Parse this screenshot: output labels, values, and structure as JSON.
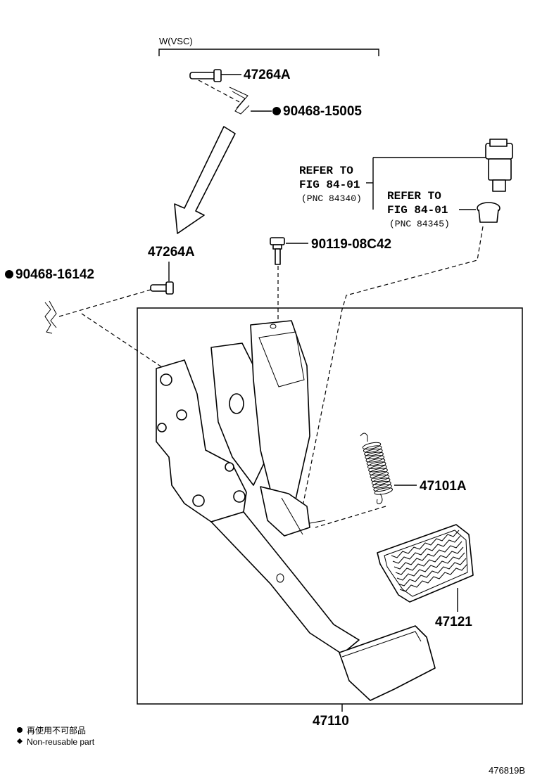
{
  "group_label": "W(VSC)",
  "parts": {
    "pin_upper": "47264A",
    "clip_upper": "90468-15005",
    "pin_lower": "47264A",
    "clip_lower": "90468-16142",
    "bolt": "90119-08C42",
    "spring": "47101A",
    "pad": "47121",
    "pedal_assy": "47110"
  },
  "refs": {
    "switch": {
      "line1": "REFER TO",
      "line2": "FIG 84-01",
      "pnc": "(PNC 84340)"
    },
    "cushion": {
      "line1": "REFER TO",
      "line2": "FIG 84-01",
      "pnc": "(PNC 84345)"
    }
  },
  "legend": {
    "jp": "再使用不可部品",
    "en": "Non-reusable part"
  },
  "figure_id": "476819B"
}
